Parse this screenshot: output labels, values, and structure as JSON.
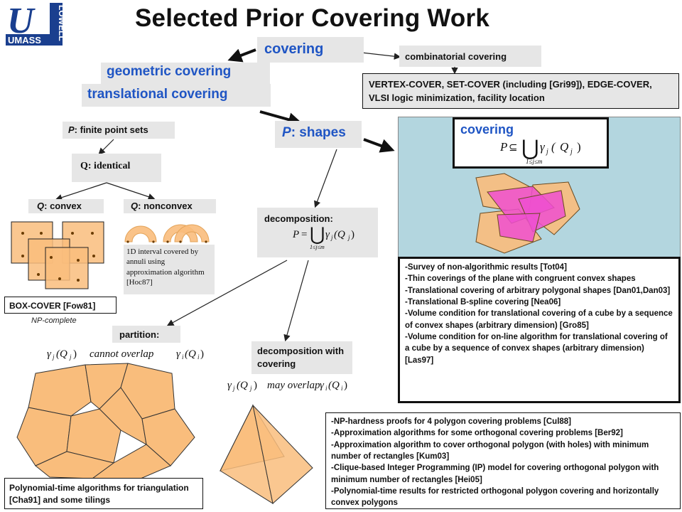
{
  "logo": {
    "letter": "U",
    "line1": "UMASS",
    "line2": "LOWELL"
  },
  "title": "Selected Prior Covering Work",
  "nodes": {
    "covering": "covering",
    "geometric_covering": "geometric covering",
    "translational_covering": "translational covering",
    "combinatorial_covering": "combinatorial covering",
    "combinatorial_examples": "VERTEX-COVER, SET-COVER (including [Gri99]), EDGE-COVER, VLSI logic minimization, facility location",
    "p_finite_point_sets_var": "P",
    "p_finite_point_sets": ": finite point sets",
    "p_shapes_var": "P",
    "p_shapes": ": shapes",
    "q_identical": "Q: identical",
    "q_convex_var": "Q",
    "q_convex": ":  convex",
    "q_nonconvex_var": "Q",
    "q_nonconvex": ": nonconvex",
    "interval_note": "1D interval covered by annuli using approximation algorithm [Hoc87]",
    "box_cover": "BOX-COVER [Fow81]",
    "np_complete": "NP-complete",
    "decomposition": "decomposition:",
    "partition": "partition:",
    "decomposition_with_covering": "decomposition with covering",
    "panel_covering": "covering",
    "cannot_overlap": "cannot  overlap",
    "may_overlap": "may overlap"
  },
  "survey_list": [
    "-Survey of non-algorithmic results [Tot04]",
    "-Thin coverings of the plane with congruent convex shapes",
    "-Translational covering of arbitrary polygonal shapes [Dan01,Dan03]",
    "-Translational B-spline covering [Nea06]",
    "-Volume condition for translational covering of a cube by a sequence of convex shapes (arbitrary dimension) [Gro85]",
    "-Volume condition for on-line algorithm for translational covering of a cube by a sequence of convex shapes (arbitrary dimension) [Las97]"
  ],
  "np_list": [
    "-NP-hardness  proofs for 4 polygon covering problems [Cul88]",
    "-Approximation algorithms for some orthogonal covering problems [Ber92]",
    "-Approximation algorithm to cover orthogonal polygon (with holes) with minimum number of rectangles [Kum03]",
    "-Clique-based Integer Programming (IP) model for covering orthogonal polygon with minimum   number of rectangles [Hei05]",
    "-Polynomial-time results for restricted orthogonal polygon covering and horizontally convex polygons"
  ],
  "poly_note": "Polynomial-time algorithms for triangulation [Cha91]  and some tilings",
  "colors": {
    "node_fill": "#e6e6e6",
    "blue_text": "#1f55c4",
    "orange": "#f9bd7c",
    "magenta": "#ee4fd0",
    "panel": "#b3d6df"
  }
}
